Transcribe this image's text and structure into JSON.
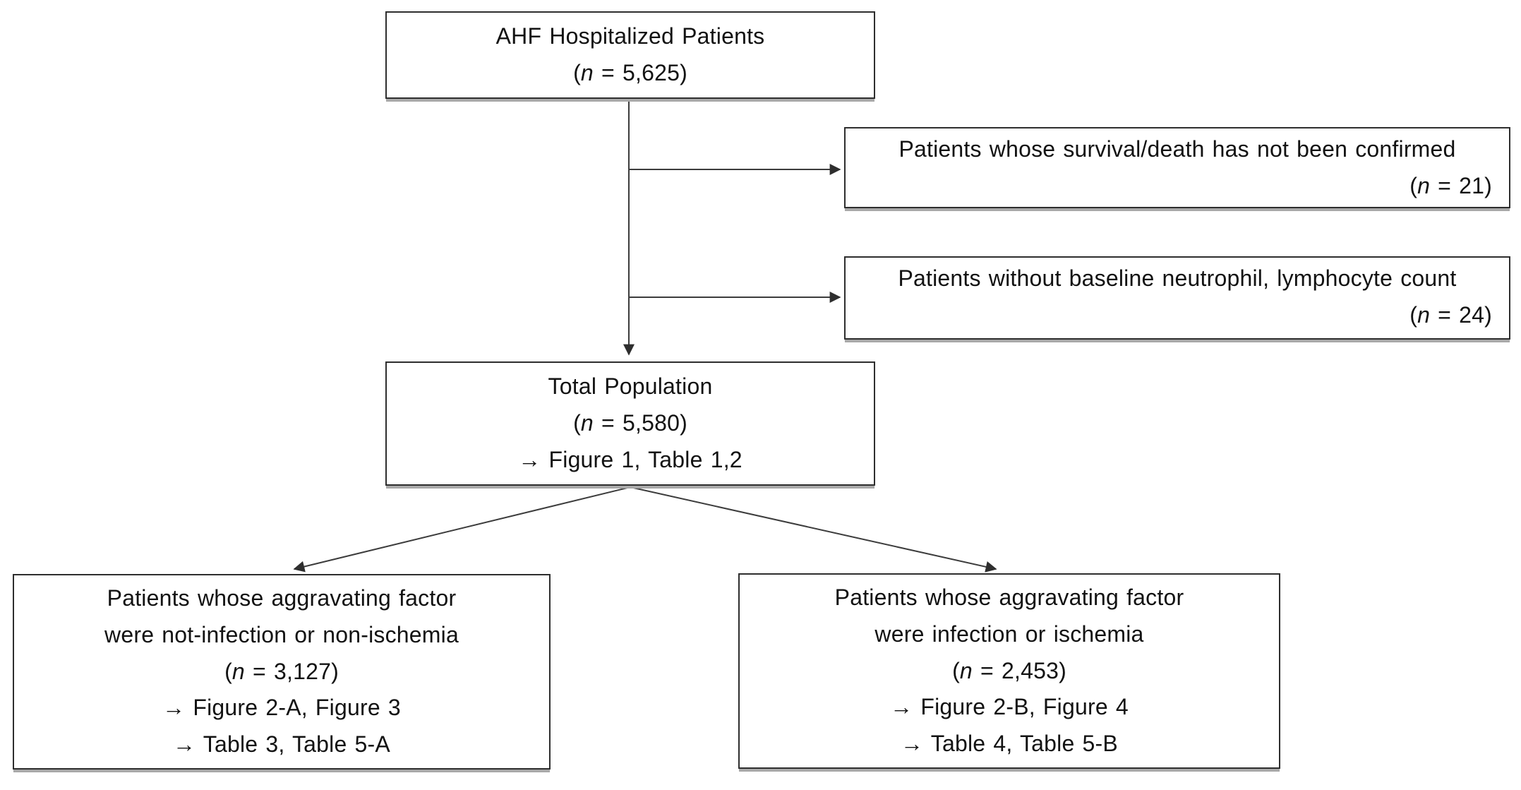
{
  "figure": {
    "background_color": "#ffffff",
    "box_fill_color": "#ffffff",
    "box_border_color": "#2e2e2e",
    "box_shadow_color": "#a9a9a9",
    "text_color": "#121212",
    "connector_color": "#3c3c3c"
  },
  "boxes": {
    "top": {
      "line1": "AHF Hospitalized Patients",
      "n_prefix": "(",
      "n_italic": "n",
      "n_suffix": " = 5,625)"
    },
    "exclusion1": {
      "line1": "Patients whose survival/death has not been confirmed",
      "n_prefix": "(",
      "n_italic": "n",
      "n_suffix": " = 21)"
    },
    "exclusion2": {
      "line1": "Patients without baseline neutrophil, lymphocyte count",
      "n_prefix": "(",
      "n_italic": "n",
      "n_suffix": " = 24)"
    },
    "total": {
      "line1": "Total Population",
      "n_prefix": "(",
      "n_italic": "n",
      "n_suffix": " = 5,580)",
      "ref1": "→ Figure 1, Table 1,2"
    },
    "bottom_left": {
      "line1": "Patients whose aggravating factor",
      "line2": "were not-infection or non-ischemia",
      "n_prefix": "(",
      "n_italic": "n",
      "n_suffix": " = 3,127)",
      "ref1": "→ Figure 2-A, Figure 3",
      "ref2": "→ Table 3, Table 5-A"
    },
    "bottom_right": {
      "line1": "Patients whose aggravating factor",
      "line2": "were infection or ischemia",
      "n_prefix": "(",
      "n_italic": "n",
      "n_suffix": " = 2,453)",
      "ref1": "→ Figure 2-B, Figure 4",
      "ref2": "→ Table 4, Table 5-B"
    }
  }
}
